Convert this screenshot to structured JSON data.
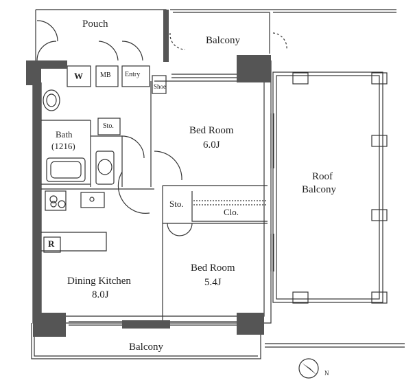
{
  "plan": {
    "pouch": "Pouch",
    "balcony_top": "Balcony",
    "balcony_bottom": "Balcony",
    "roof_balcony_line1": "Roof",
    "roof_balcony_line2": "Balcony",
    "bed_room_1": "Bed Room",
    "bed_room_1_size": "6.0J",
    "bed_room_2": "Bed Room",
    "bed_room_2_size": "5.4J",
    "dining_kitchen": "Dining Kitchen",
    "dining_kitchen_size": "8.0J",
    "bath": "Bath",
    "bath_size": "(1216)",
    "storage_1": "Sto.",
    "storage_2": "Sto.",
    "closet": "Clo.",
    "entry": "Entry",
    "shoe": "Shoe",
    "meter_box": "MB",
    "washer": "W",
    "refrigerator": "R",
    "compass_north": "N"
  },
  "colors": {
    "wall": "#555555",
    "line": "#333333",
    "background": "#ffffff"
  }
}
